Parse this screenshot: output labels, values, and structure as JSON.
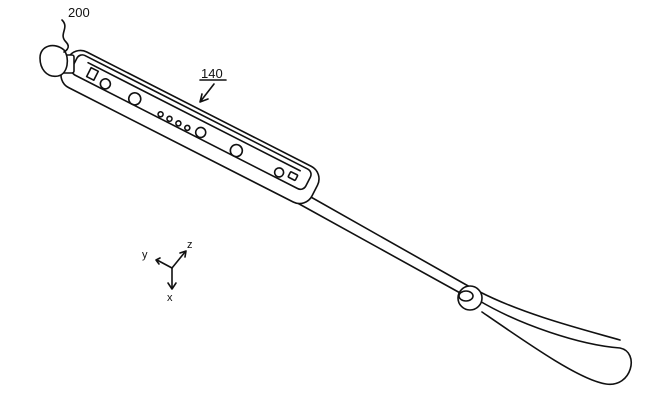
{
  "labels": {
    "attachment": "200",
    "controller": "140"
  },
  "axes": {
    "x": "x",
    "y": "y",
    "z": "z"
  }
}
